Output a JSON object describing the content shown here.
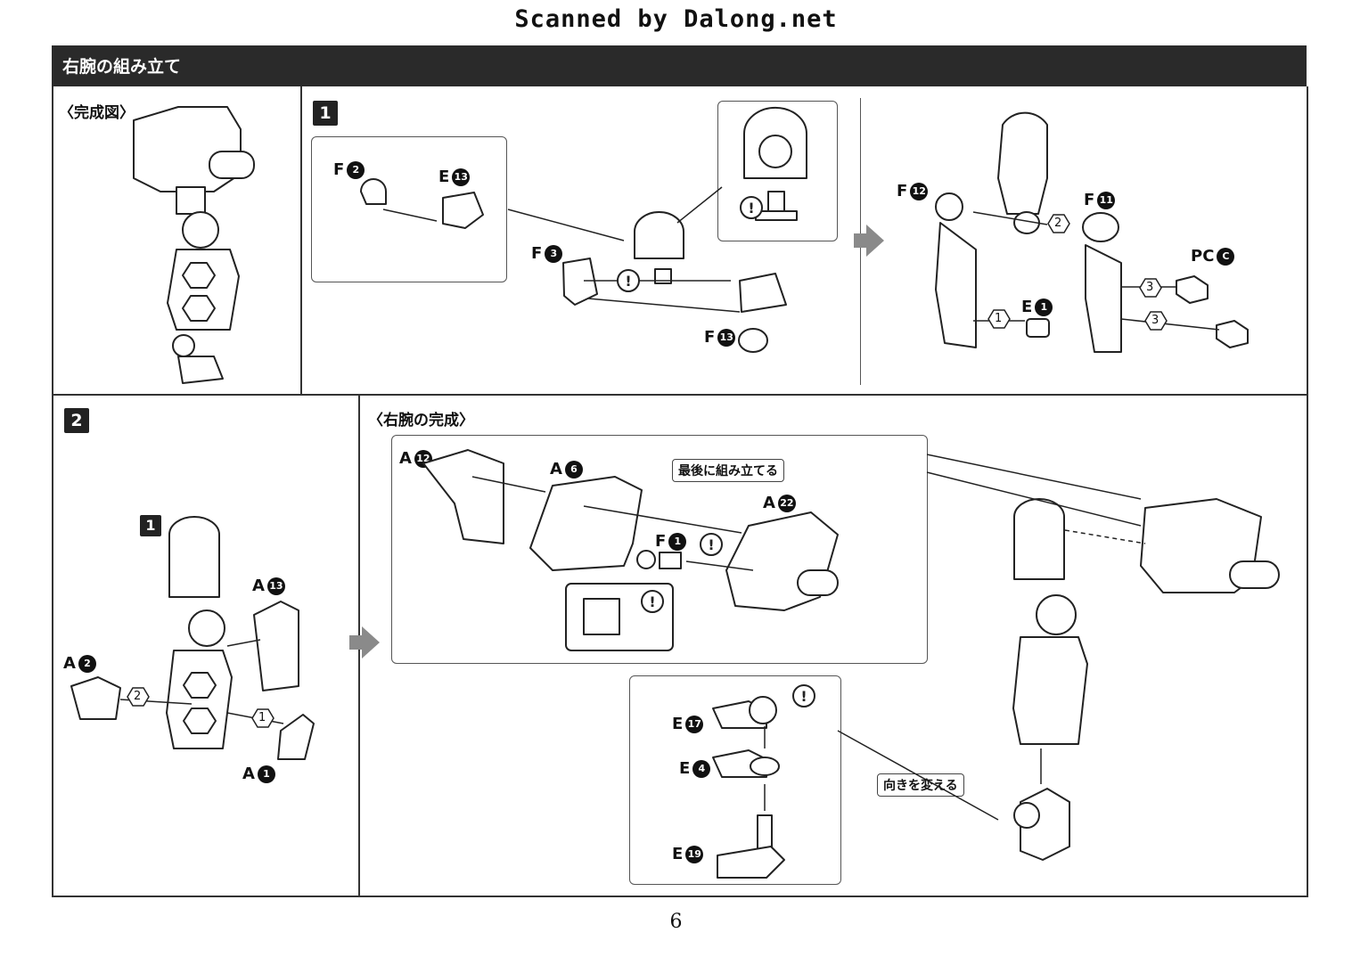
{
  "scan_credit": "Scanned by Dalong.net",
  "header": {
    "title": "右腕の組み立て"
  },
  "complete_view": {
    "label": "〈完成図〉"
  },
  "step1": {
    "badge": "1",
    "parts": {
      "f2": {
        "letter": "F",
        "num": "2"
      },
      "e13": {
        "letter": "E",
        "num": "13"
      },
      "f3": {
        "letter": "F",
        "num": "3"
      },
      "f13": {
        "letter": "F",
        "num": "13"
      },
      "f12": {
        "letter": "F",
        "num": "12"
      },
      "f11": {
        "letter": "F",
        "num": "11"
      },
      "pcc": {
        "letter": "PC",
        "num": "C"
      },
      "e1": {
        "letter": "E",
        "num": "1"
      }
    },
    "step_nums": {
      "n1": "1",
      "n2": "2",
      "n3a": "3",
      "n3b": "3"
    }
  },
  "step2": {
    "badge": "2",
    "sub_badge": "1",
    "parts": {
      "a13": {
        "letter": "A",
        "num": "13"
      },
      "a2": {
        "letter": "A",
        "num": "2"
      },
      "a1": {
        "letter": "A",
        "num": "1"
      }
    },
    "step_nums": {
      "n1": "1",
      "n2": "2"
    }
  },
  "right_arm_complete": {
    "label": "〈右腕の完成〉",
    "parts": {
      "a12": {
        "letter": "A",
        "num": "12"
      },
      "a6": {
        "letter": "A",
        "num": "6"
      },
      "a22": {
        "letter": "A",
        "num": "22"
      },
      "f1": {
        "letter": "F",
        "num": "1"
      },
      "e17": {
        "letter": "E",
        "num": "17"
      },
      "e4": {
        "letter": "E",
        "num": "4"
      },
      "e19": {
        "letter": "E",
        "num": "19"
      }
    },
    "callout_last": "最後に組み立てる",
    "callout_turn": "向きを変える"
  },
  "page_number": "6"
}
